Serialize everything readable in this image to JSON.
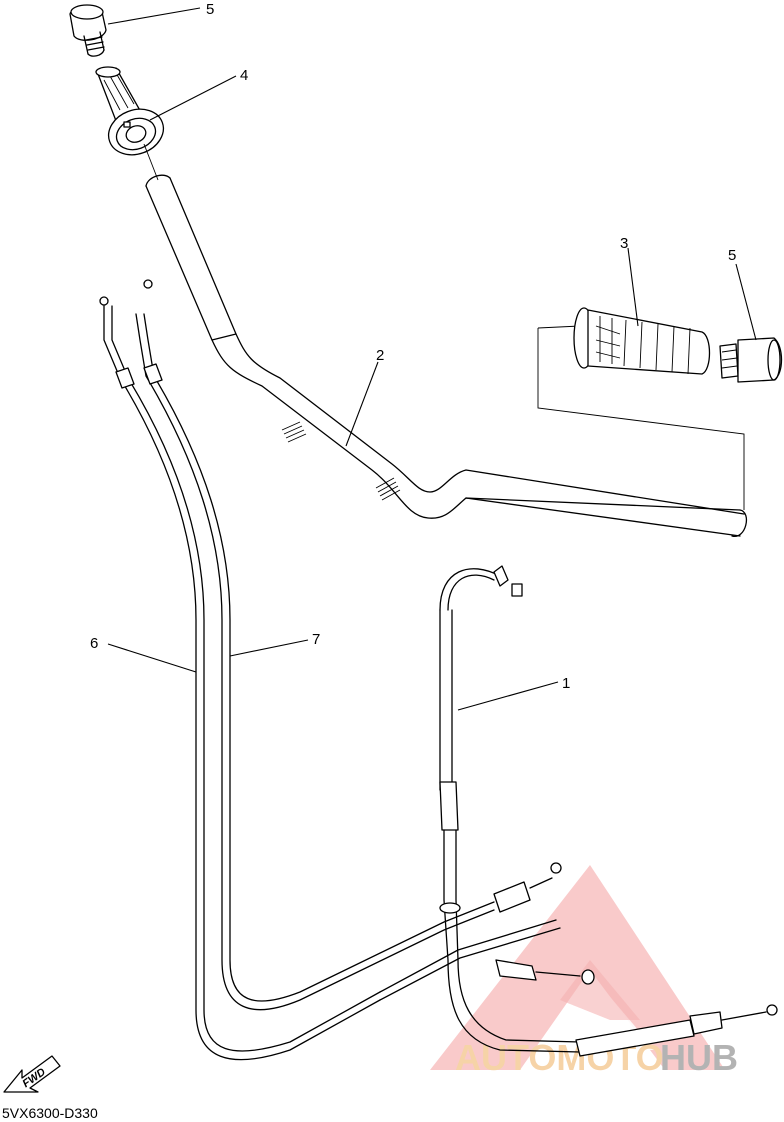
{
  "diagram": {
    "drawing_code": "5VX6300-D330",
    "fwd_label": "FWD",
    "callouts": {
      "c1": "1",
      "c2": "2",
      "c3": "3",
      "c4": "4",
      "c5a": "5",
      "c5b": "5",
      "c6": "6",
      "c7": "7"
    },
    "watermark": {
      "part_a": "AUTOMOTO",
      "part_b": "HUB",
      "color_triangle": "#f08080",
      "color_text_a": "#f4c58a",
      "color_text_b": "#9a9a9a"
    }
  }
}
